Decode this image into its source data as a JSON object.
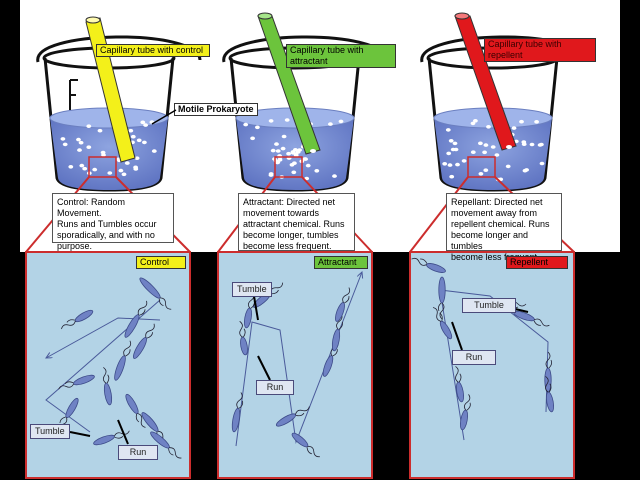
{
  "colors": {
    "background": "#000000",
    "panel": "#b3d3e6",
    "water": "#6e86c9",
    "control_tube": "#f3f01a",
    "attractant_tube": "#6cc43c",
    "repellent_tube": "#e0181c",
    "zoom_lines": "#cc2d2d",
    "bacterium": "#6f82c4"
  },
  "panels": [
    {
      "id": "control",
      "tube_label": "Capillary tube with control",
      "description": "Control: Random Movement.\nRuns and Tumbles occur\nsporadically, and with no\npurpose.",
      "zoom_tag": "Control",
      "tumble_label": "Tumble",
      "run_label": "Run"
    },
    {
      "id": "attractant",
      "tube_label": "Capillary tube with attractant",
      "description": "Attractant:  Directed net\nmovement towards\nattractant chemical. Runs\nbecome longer, tumbles\nbecome less frequent.",
      "zoom_tag": "Attractant",
      "tumble_label": "Tumble",
      "run_label": "Run"
    },
    {
      "id": "repellent",
      "tube_label": "Capillary tube with repellent",
      "description": "Repellant: Directed net\nmovement away from\nrepellent chemical. Runs\nbecome longer and tumbles\nbecome less frequent.",
      "zoom_tag": "Repellent",
      "tumble_label": "Tumble",
      "run_label": "Run"
    }
  ],
  "motile_label": "Motile Prokaryote"
}
